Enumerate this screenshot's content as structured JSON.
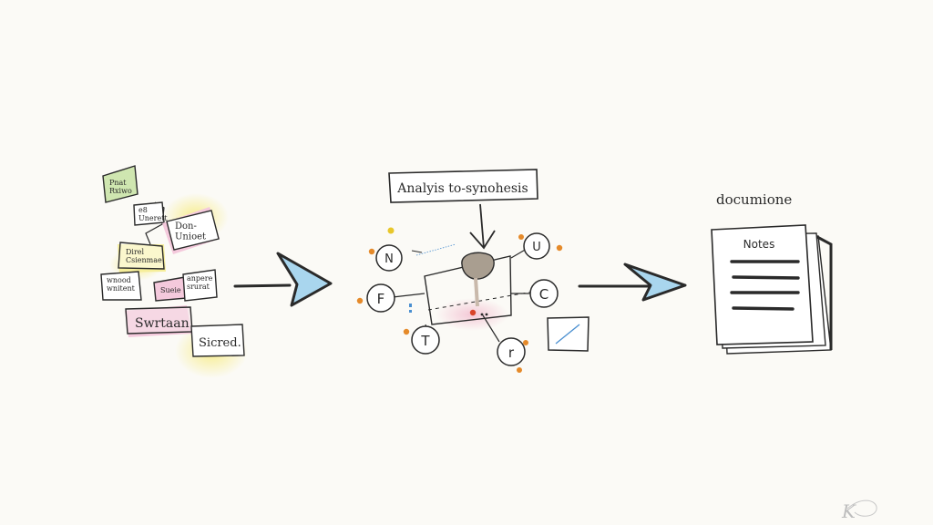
{
  "diagram": {
    "colors": {
      "ink": "#2a2a2a",
      "paper": "#fbfaf6",
      "arrow_fill": "#a9d6ee",
      "sticky_green": "#cfe6b0",
      "sticky_yellow": "#f6ee9a",
      "sticky_pink": "#f4c9dc",
      "dot_orange": "#e58a2a",
      "dot_yellow": "#e8c72b",
      "dot_red": "#d9452b",
      "dot_blue": "#4a8fd0",
      "center_blob": "#a99e90",
      "highlight_pink": "#f3c3d3"
    },
    "left_cluster": {
      "notes": [
        {
          "id": "n1",
          "text": "Pnat\nRxiwo"
        },
        {
          "id": "n2",
          "text": "e8\nUnerett"
        },
        {
          "id": "n3",
          "text": "Don-\nUnioet"
        },
        {
          "id": "n4",
          "text": "Direl\nCsienmae"
        },
        {
          "id": "n5",
          "text": "wnood\nwnitent"
        },
        {
          "id": "n6",
          "text": "Sueie"
        },
        {
          "id": "n7",
          "text": "anpere\nsrurat"
        },
        {
          "id": "n8",
          "text": "Swrtaan"
        },
        {
          "id": "n9",
          "text": "Sicred."
        }
      ]
    },
    "middle": {
      "label": "Analyis to-synohesis",
      "nodes": [
        {
          "id": "N",
          "label": "N"
        },
        {
          "id": "F",
          "label": "F"
        },
        {
          "id": "T",
          "label": "T"
        },
        {
          "id": "U",
          "label": "U"
        },
        {
          "id": "C",
          "label": "C"
        },
        {
          "id": "R",
          "label": "r"
        }
      ]
    },
    "right": {
      "title": "documione",
      "doc_header": "Notes",
      "line_count": 4
    },
    "signature": "K"
  }
}
